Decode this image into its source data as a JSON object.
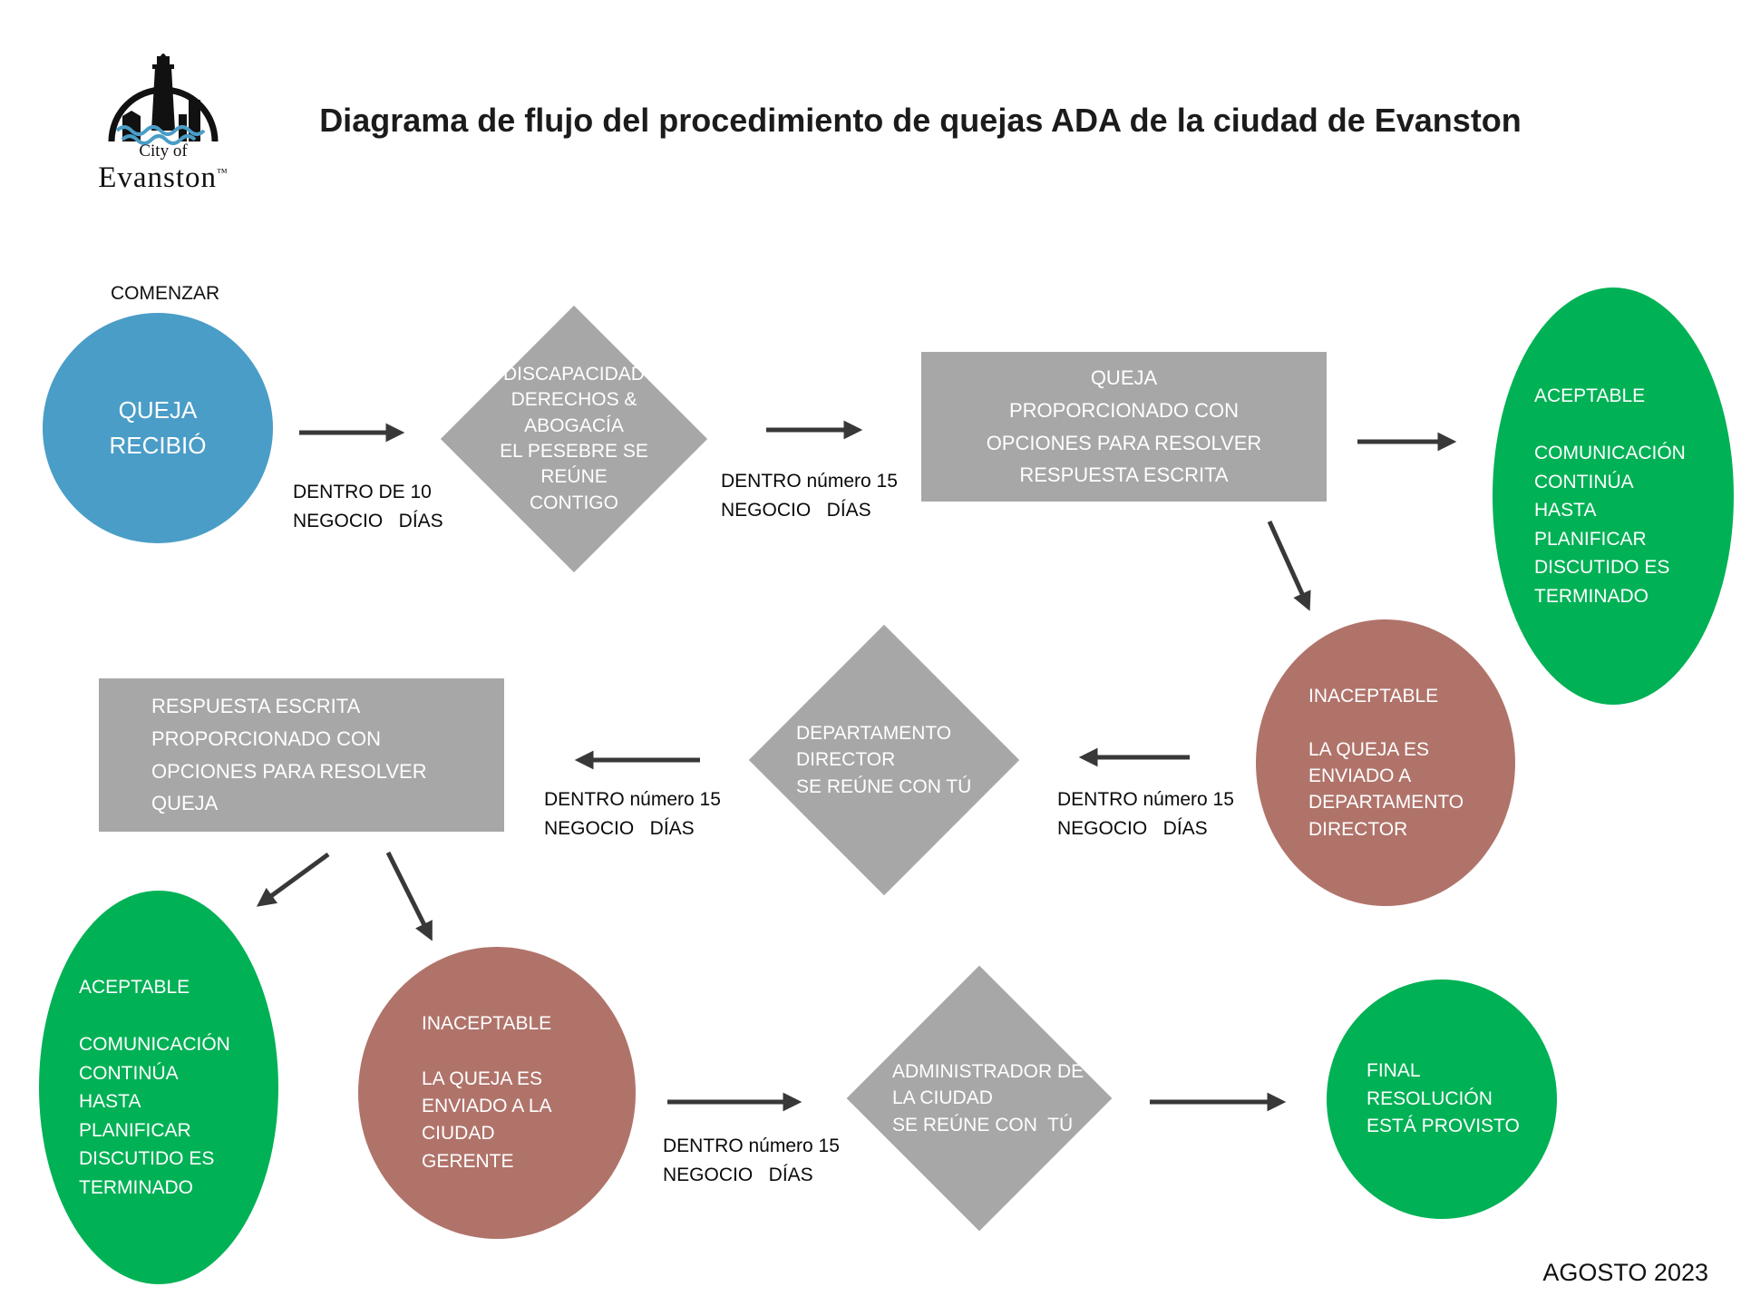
{
  "header": {
    "title": "Diagrama de flujo del procedimiento de quejas ADA de la ciudad de Evanston",
    "logo": {
      "city_of": "City of",
      "name": "Evanston",
      "tm": "™"
    }
  },
  "footer": {
    "date": "AGOSTO 2023"
  },
  "colors": {
    "blue": "#4a9dc7",
    "gray": "#a7a7a7",
    "green": "#00b155",
    "brown": "#b0736a",
    "arrow": "#383838"
  },
  "nodes": {
    "start_label": "COMENZAR",
    "start": "QUEJA\nRECIBIÓ",
    "advocacy_center": "DISCAPACIDAD\nDERECHOS &\nABOGACÍA\nEL PESEBRE SE\nREÚNE\nCONTIGO",
    "written_response_1": "QUEJA\nPROPORCIONADO CON\nOPCIONES PARA RESOLVER\nRESPUESTA ESCRITA",
    "acceptable_1": "ACEPTABLE\n\nCOMUNICACIÓN\nCONTINÚA\nHASTA PLANIFICAR\nDISCUTIDO ES\nTERMINADO",
    "unacceptable_1": "INACEPTABLE\n\nLA QUEJA ES\nENVIADO A\nDEPARTAMENTO\nDIRECTOR",
    "dept_director": "DEPARTAMENTO\nDIRECTOR\nSE REÚNE CON TÚ",
    "written_response_2": "RESPUESTA ESCRITA\nPROPORCIONADO CON\nOPCIONES PARA RESOLVER\nQUEJA",
    "acceptable_2": "ACEPTABLE\n\nCOMUNICACIÓN\nCONTINÚA\nHASTA PLANIFICAR\nDISCUTIDO ES\nTERMINADO",
    "unacceptable_2": "INACEPTABLE\n\nLA QUEJA ES\nENVIADO A LA CIUDAD\nGERENTE",
    "city_manager": "ADMINISTRADOR DE\nLA CIUDAD\nSE REÚNE CON  TÚ",
    "final": "FINAL\nRESOLUCIÓN\nESTÁ PROVISTO"
  },
  "edge_labels": {
    "within_10": "DENTRO DE 10\nNEGOCIO   DÍAS",
    "within_15_a": "DENTRO número 15\nNEGOCIO   DÍAS",
    "within_15_b": "DENTRO número 15\nNEGOCIO   DÍAS",
    "within_15_c": "DENTRO número 15\nNEGOCIO   DÍAS",
    "within_15_d": "DENTRO número 15\nNEGOCIO   DÍAS"
  }
}
